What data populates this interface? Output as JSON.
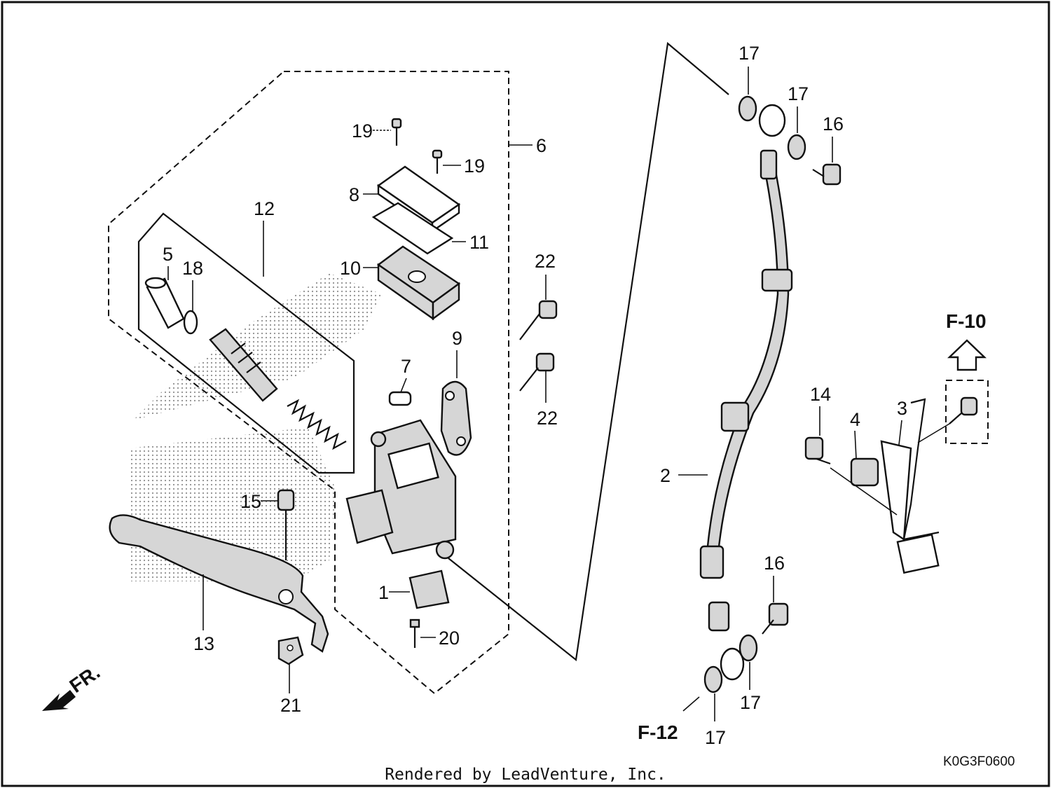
{
  "diagram": {
    "callouts": {
      "c1": "1",
      "c2": "2",
      "c3": "3",
      "c4": "4",
      "c5": "5",
      "c6": "6",
      "c7": "7",
      "c8": "8",
      "c9": "9",
      "c10": "10",
      "c11": "11",
      "c12": "12",
      "c13": "13",
      "c14": "14",
      "c15": "15",
      "c16": "16",
      "c17": "17",
      "c18": "18",
      "c19": "19",
      "c20": "20",
      "c21": "21",
      "c22": "22"
    },
    "refs": {
      "f10": "F-10",
      "f12": "F-12",
      "front": "FR."
    },
    "diagram_code": "K0G3F0600",
    "credit": "Rendered by LeadVenture, Inc."
  },
  "colors": {
    "line": "#111111",
    "part_fill": "#d6d6d6",
    "background": "#ffffff"
  }
}
